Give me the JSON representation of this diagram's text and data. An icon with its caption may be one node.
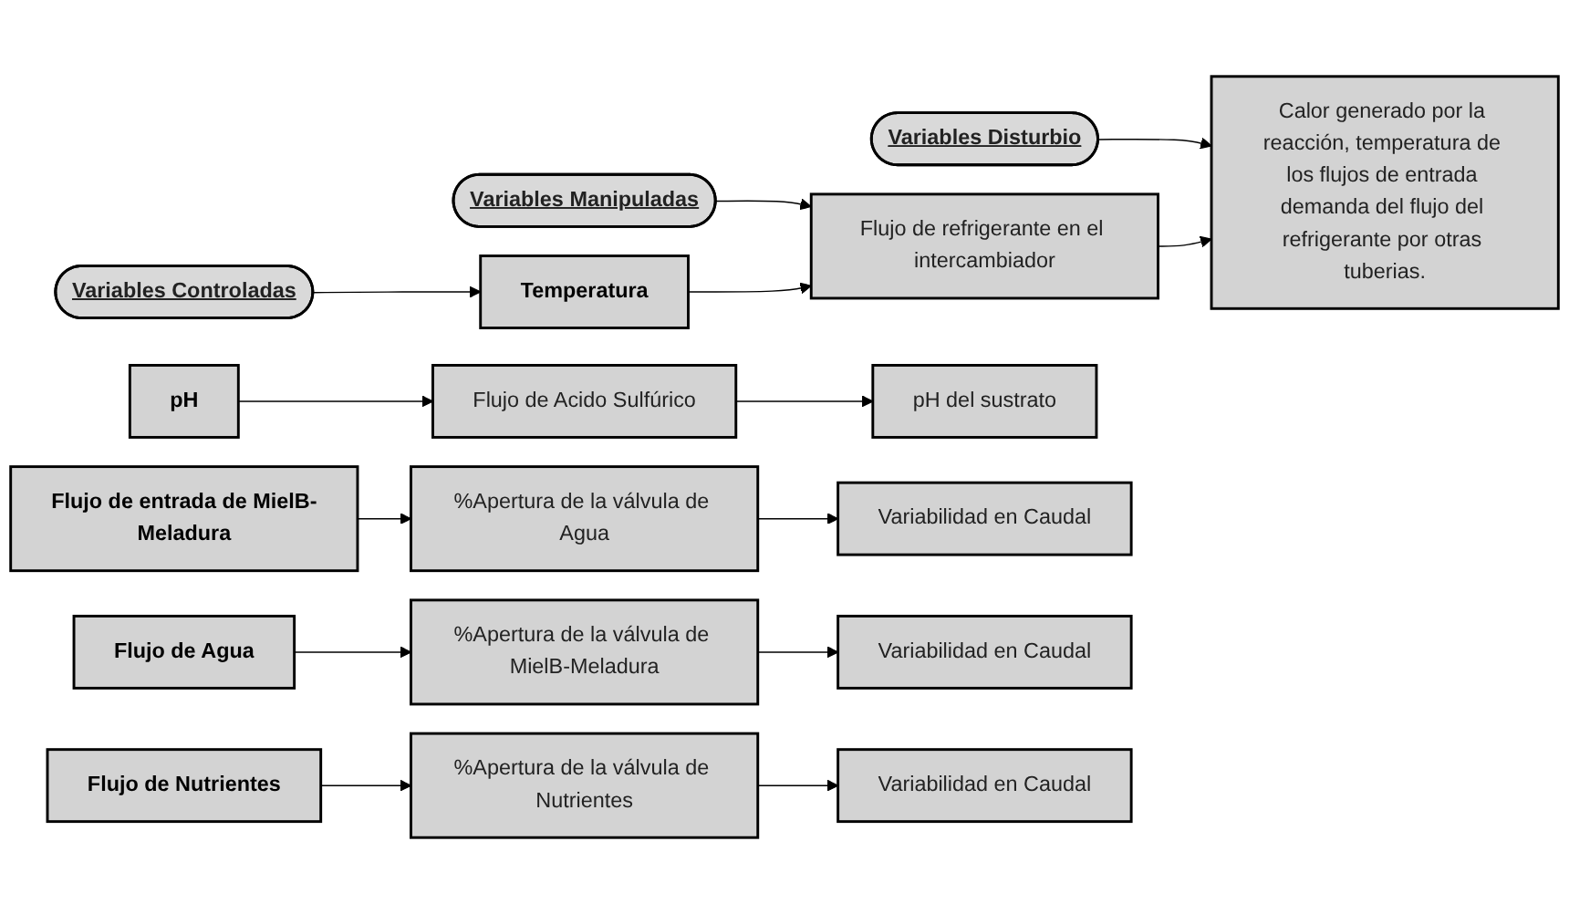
{
  "diagram": {
    "nodes": [
      {
        "text": [
          "Variables Controladas"
        ]
      },
      {
        "text": [
          "Variables Manipuladas"
        ]
      },
      {
        "text": [
          "Variables Disturbio"
        ]
      },
      {
        "text": [
          "Temperatura"
        ]
      },
      {
        "text": [
          "Flujo de refrigerante en el intercambiador"
        ]
      },
      {
        "text": [
          "Calor generado por la reacción, temperatura de los flujos de entrada demanda del flujo del refrigerante por otras tuberias."
        ]
      },
      {
        "text": [
          "pH"
        ]
      },
      {
        "text": [
          "Flujo de Acido Sulfúrico"
        ]
      },
      {
        "text": [
          "pH del sustrato"
        ]
      },
      {
        "text": [
          "Flujo de entrada de MielB-Meladura"
        ]
      },
      {
        "text": [
          "%Apertura de la válvula de Agua"
        ]
      },
      {
        "text": [
          "Variabilidad en Caudal"
        ]
      },
      {
        "text": [
          "Flujo de Agua"
        ]
      },
      {
        "text": [
          "%Apertura de la válvula de MielB-Meladura"
        ]
      },
      {
        "text": [
          "Variabilidad en Caudal"
        ]
      },
      {
        "text": [
          "Flujo de Nutrientes"
        ]
      },
      {
        "text": [
          "%Apertura de la válvula de Nutrientes"
        ]
      },
      {
        "text": [
          "Variabilidad en Caudal"
        ]
      }
    ],
    "edges": [
      {
        "from": 0,
        "to": 3,
        "arrow": "to"
      },
      {
        "from": 1,
        "to": 4,
        "arrow": "to"
      },
      {
        "from": 2,
        "to": 5,
        "arrow": "to"
      },
      {
        "from": 3,
        "to": 4,
        "arrow": "to"
      },
      {
        "from": 4,
        "to": 5,
        "arrow": "to"
      },
      {
        "from": 6,
        "to": 7,
        "arrow": "to"
      },
      {
        "from": 7,
        "to": 8,
        "arrow": "to"
      },
      {
        "from": 9,
        "to": 10,
        "arrow": "to"
      },
      {
        "from": 10,
        "to": 11,
        "arrow": "to"
      },
      {
        "from": 12,
        "to": 13,
        "arrow": "to"
      },
      {
        "from": 13,
        "to": 14,
        "arrow": "to"
      },
      {
        "from": 15,
        "to": 16,
        "arrow": "to"
      },
      {
        "from": 16,
        "to": 17,
        "arrow": "to"
      }
    ]
  }
}
